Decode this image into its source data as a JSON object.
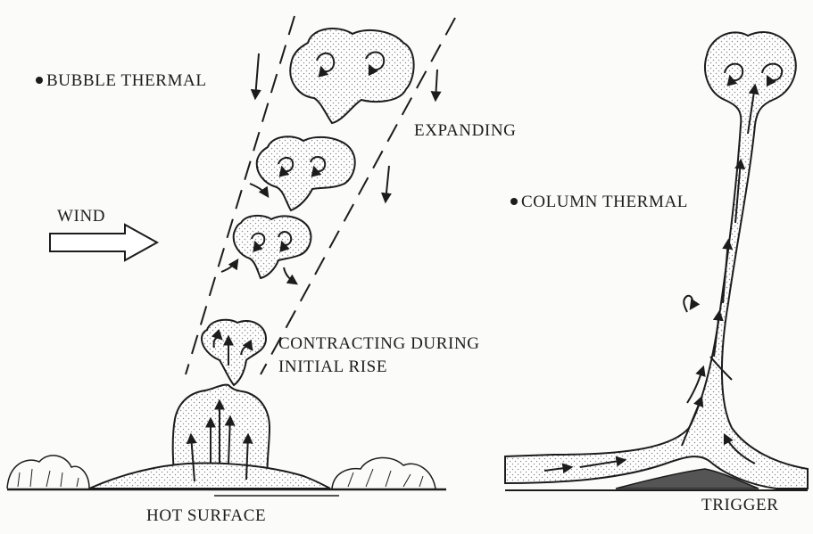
{
  "labels": {
    "bubble_thermal": "BUBBLE THERMAL",
    "expanding": "EXPANDING",
    "wind": "WIND",
    "contracting_line1": "CONTRACTING DURING",
    "contracting_line2": "INITIAL RISE",
    "hot_surface": "HOT SURFACE",
    "column_thermal": "COLUMN THERMAL",
    "trigger": "TRIGGER"
  },
  "colors": {
    "ink": "#1c1c1c",
    "paper": "#fbfbf9",
    "stipple": "#8a8a8a"
  }
}
